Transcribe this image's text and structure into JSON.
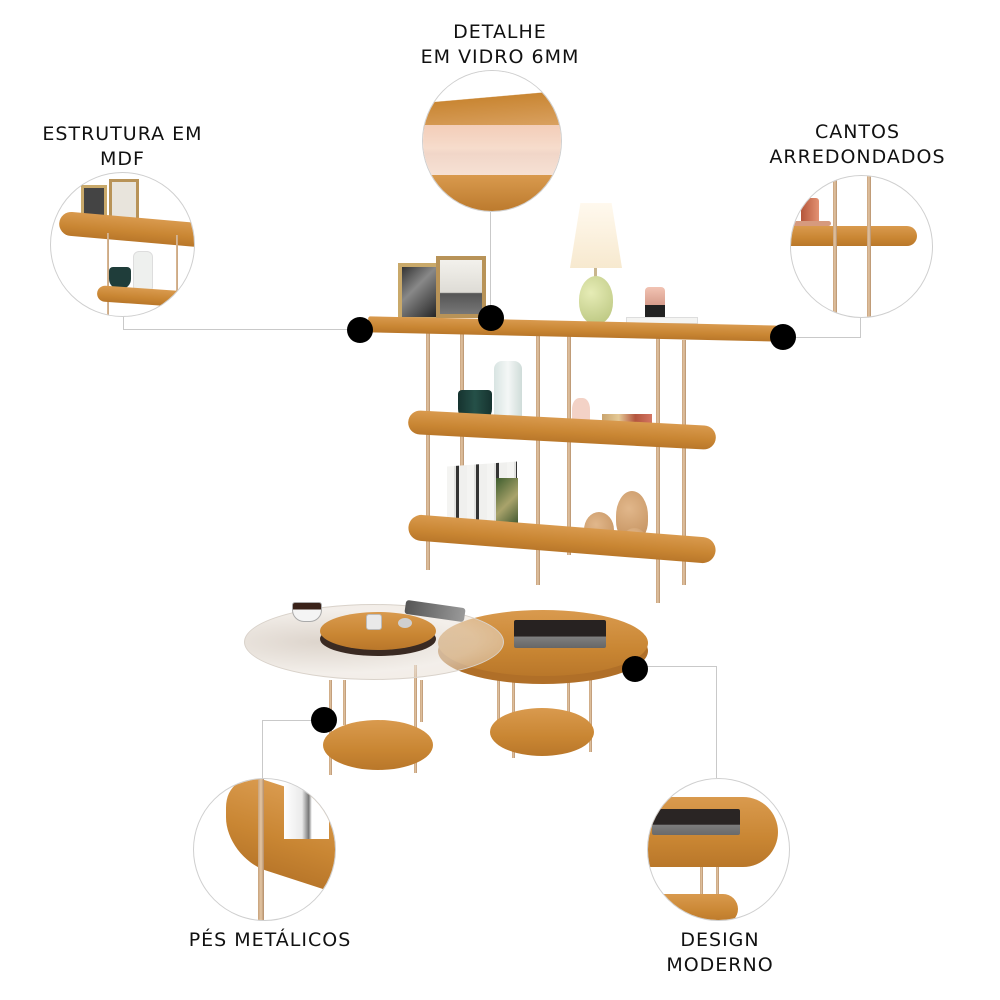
{
  "callouts": {
    "glass": {
      "line1": "DETALHE",
      "line2": "EM VIDRO 6MM"
    },
    "mdf": {
      "line1": "ESTRUTURA EM",
      "line2": "MDF"
    },
    "corners": {
      "line1": "CANTOS",
      "line2": "ARREDONDADOS"
    },
    "legs": {
      "line1": "PÉS METÁLICOS"
    },
    "design": {
      "line1": "DESIGN",
      "line2": "MODERNO"
    }
  },
  "colors": {
    "wood": "#c98633",
    "metal": "#d4b08c",
    "marker": "#000000",
    "connector": "#c9c9c9"
  },
  "products": {
    "shelf": "aparador-estante",
    "tables": "mesas-de-centro"
  }
}
